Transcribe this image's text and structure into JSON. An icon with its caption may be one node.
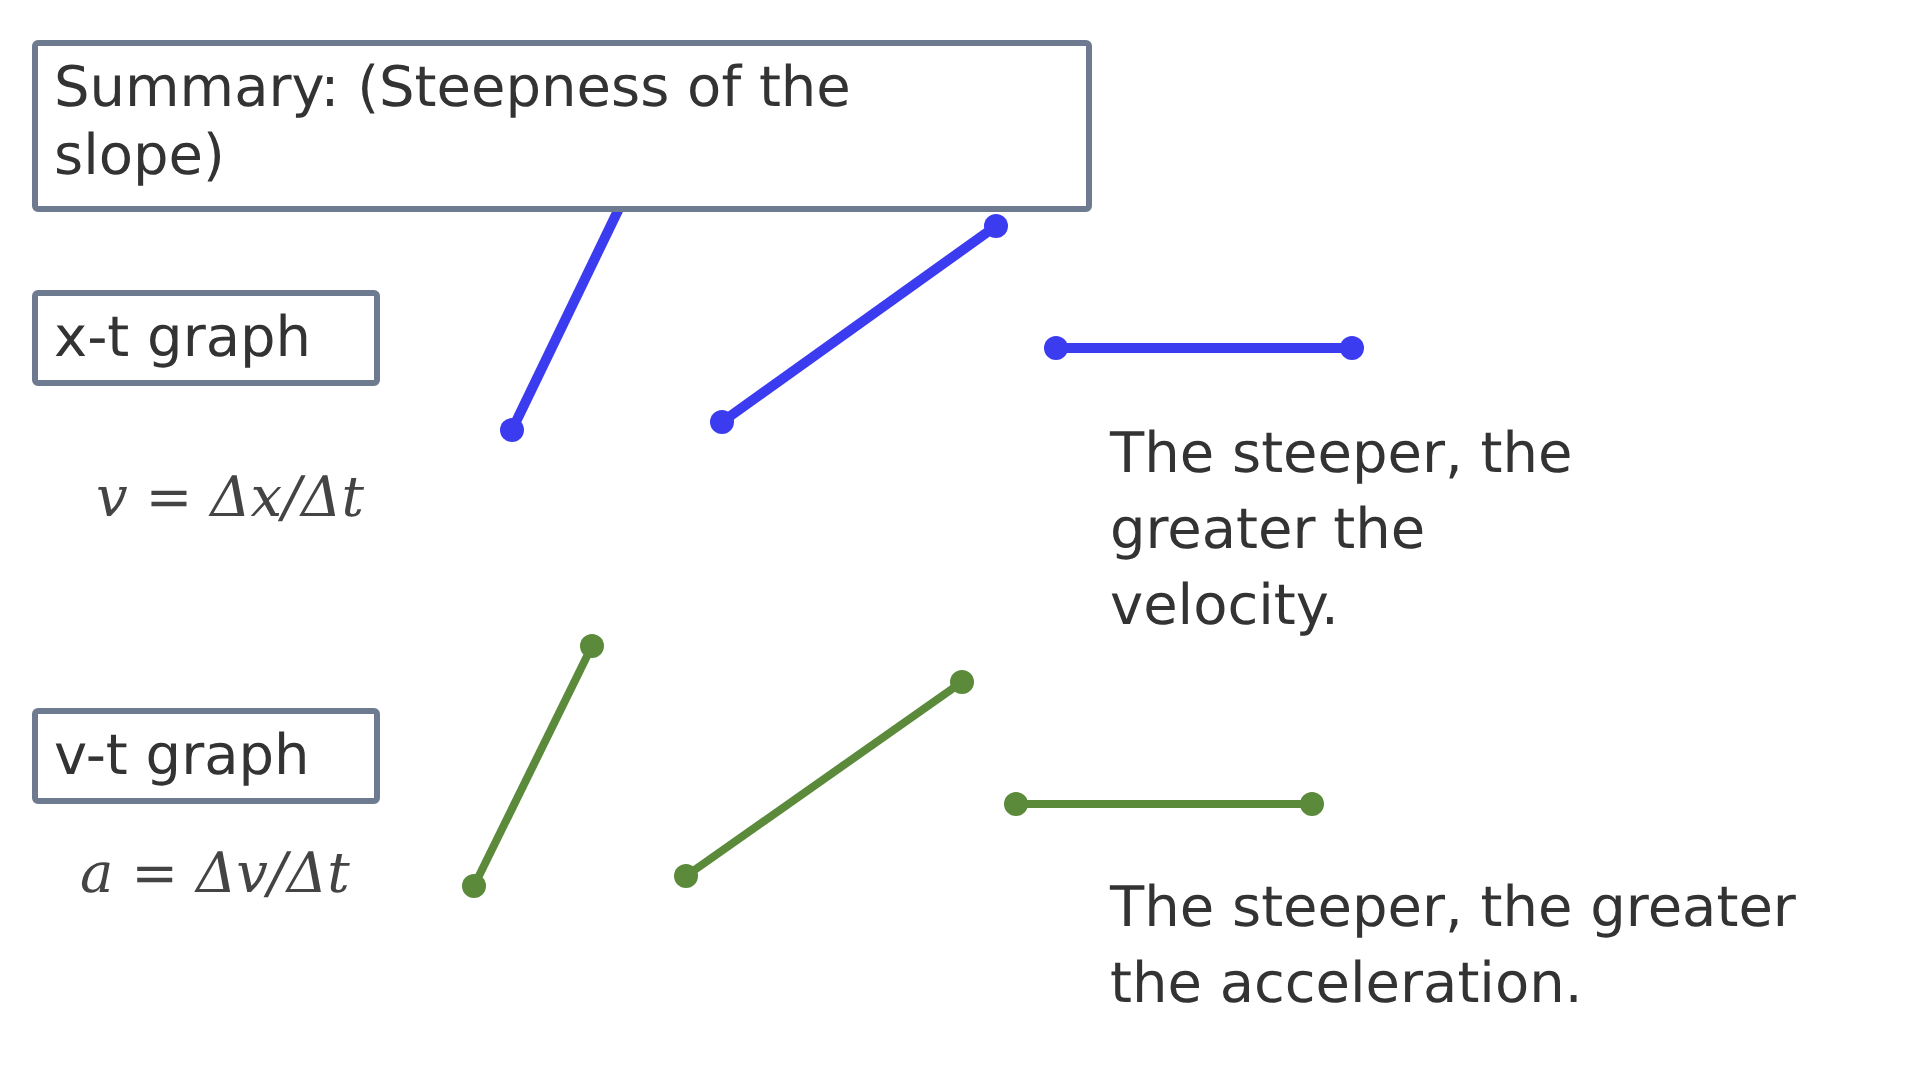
{
  "diagram": {
    "nodes": [
      {
        "text": [
          "Summary: (Steepness of the slope)"
        ]
      },
      {
        "text": [
          "x-t graph"
        ]
      },
      {
        "text": [
          "v-t graph"
        ]
      }
    ],
    "labels": [
      "v = Δx/Δt",
      "The steeper, the greater the velocity.",
      "a = Δv/Δt",
      "The steeper, the greater the acceleration."
    ]
  }
}
